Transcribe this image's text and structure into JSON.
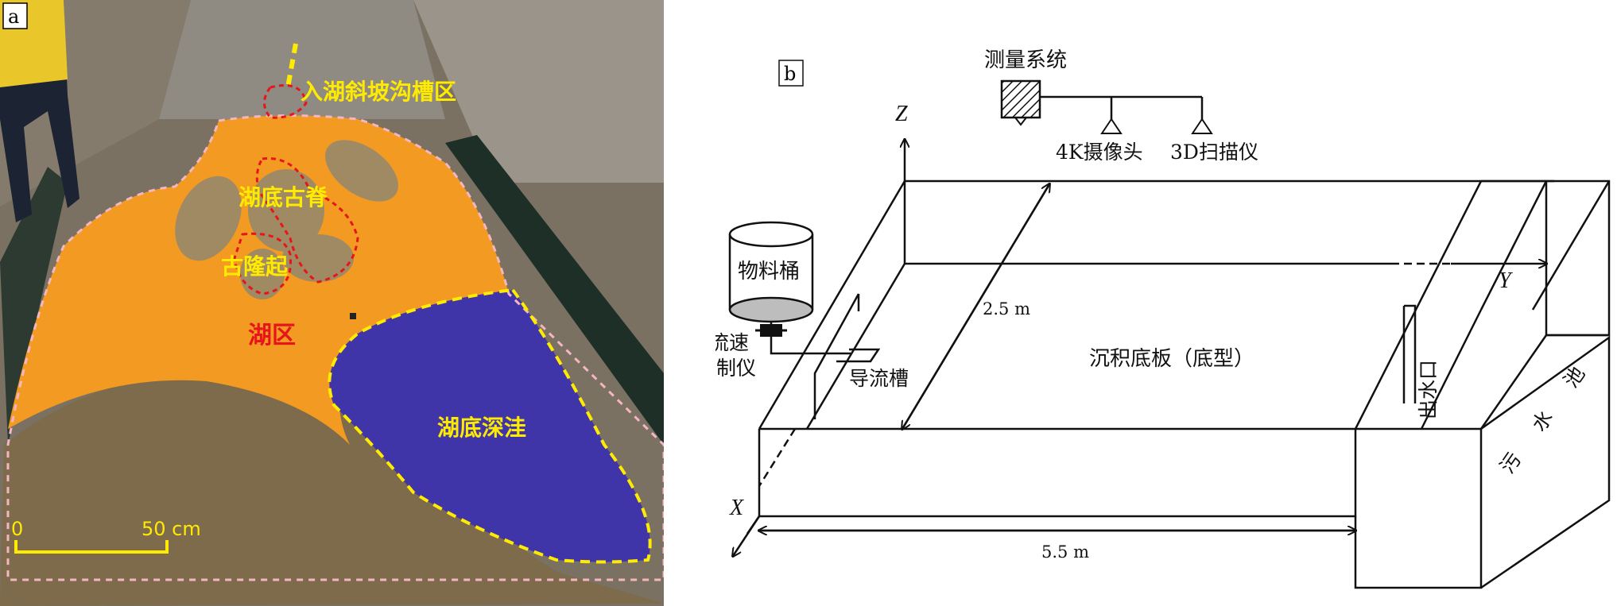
{
  "panel_a": {
    "tag": "a",
    "labels": {
      "slope_trough": "入湖斜坡沟槽区",
      "ridge": "湖底古脊",
      "uplift": "古隆起",
      "lake": "湖区",
      "depression": "湖底深洼"
    },
    "scale_bar": {
      "start": "0",
      "end": "50 cm"
    },
    "colors": {
      "sand": "#f39a22",
      "water": "#3f34a8",
      "yellow": "#ffeb00",
      "red": "#e8141c",
      "pink": "#f4b6c2"
    }
  },
  "panel_b": {
    "tag": "b",
    "measurement_system": "测量系统",
    "camera": "4K摄像头",
    "scanner": "3D扫描仪",
    "material_bucket": "物料桶",
    "flow_controller": [
      "流速",
      "控制仪"
    ],
    "diversion_trough": "导流槽",
    "base_plate": "沉积底板（底型）",
    "outlet": "出水口",
    "sewage_pool": [
      "污",
      "水",
      "池"
    ],
    "width_dim": "2.5 m",
    "length_dim": "5.5 m",
    "axes": {
      "x": "X",
      "y": "Y",
      "z": "Z"
    }
  }
}
